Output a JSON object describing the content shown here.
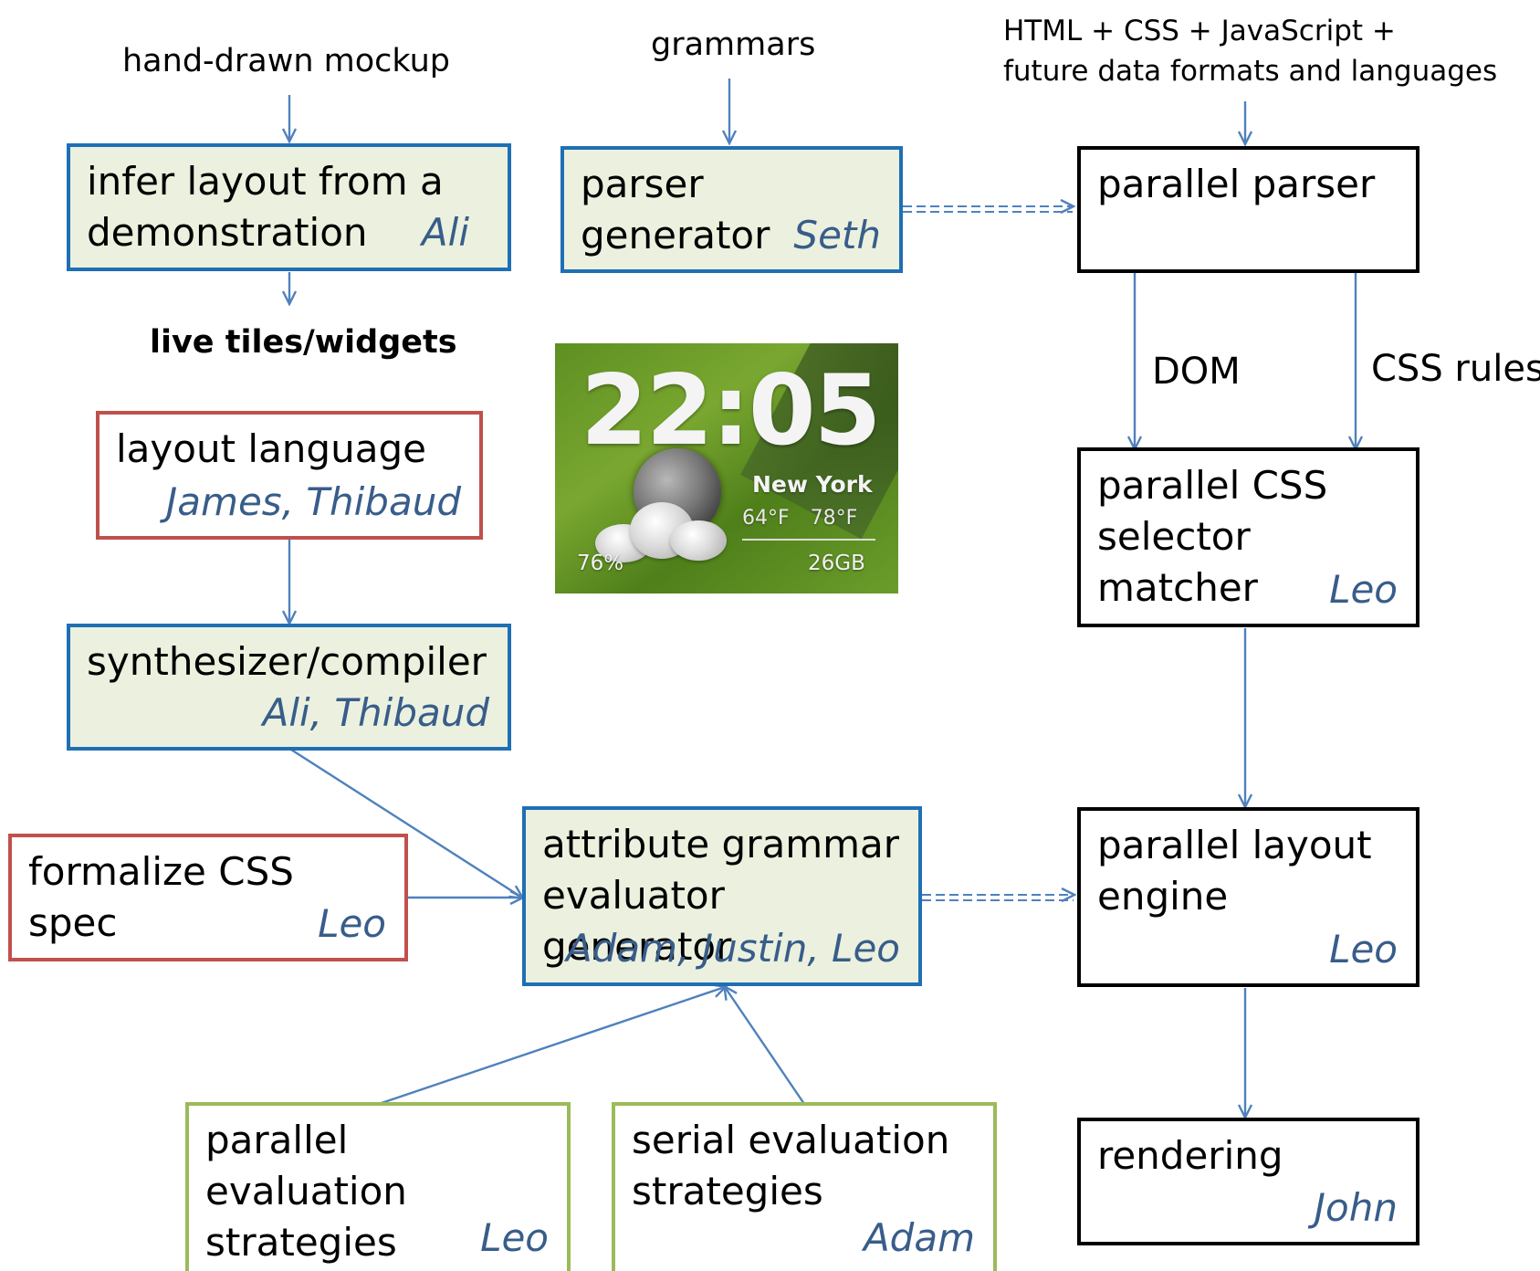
{
  "inputs": {
    "hand_drawn_mockup": "hand-drawn mockup",
    "grammars": "grammars",
    "html_css_js": "HTML + CSS + JavaScript +\nfuture data formats and languages",
    "live_tiles": "live tiles/widgets"
  },
  "edge_labels": {
    "dom": "DOM",
    "css_rules": "CSS rules"
  },
  "boxes": {
    "infer_layout": {
      "title": "infer layout from a\ndemonstration",
      "names": "Ali"
    },
    "parser_generator": {
      "title": "parser generator",
      "names": "Seth"
    },
    "parallel_parser": {
      "title": "parallel parser"
    },
    "layout_language": {
      "title": "layout language",
      "names": "James, Thibaud"
    },
    "synthesizer_compiler": {
      "title": "synthesizer/compiler",
      "names": "Ali, Thibaud"
    },
    "formalize_css_spec": {
      "title": "formalize CSS spec",
      "names": "Leo"
    },
    "attribute_grammar": {
      "title": "attribute grammar\nevaluator generator",
      "names": "Adam, Justin, Leo"
    },
    "parallel_css_selector": {
      "title": "parallel CSS\nselector matcher",
      "names": "Leo"
    },
    "parallel_layout_engine": {
      "title": "parallel layout\nengine",
      "names": "Leo"
    },
    "rendering": {
      "title": "rendering",
      "names": "John"
    },
    "parallel_evaluation": {
      "title": "parallel evaluation\nstrategies",
      "names": "Leo"
    },
    "serial_evaluation": {
      "title": "serial evaluation\nstrategies",
      "names": "Adam"
    }
  },
  "widget": {
    "time": "22:05",
    "city": "New York",
    "temps": "64°F 78°F",
    "humidity": "76%",
    "storage": "26GB"
  },
  "colors": {
    "blue_border": "#1f6fb5",
    "blue_fill": "#ebf1de",
    "red_border": "#c0504d",
    "green_border": "#9bbb59",
    "names": "#385d8a",
    "edge": "#4f81bd"
  }
}
